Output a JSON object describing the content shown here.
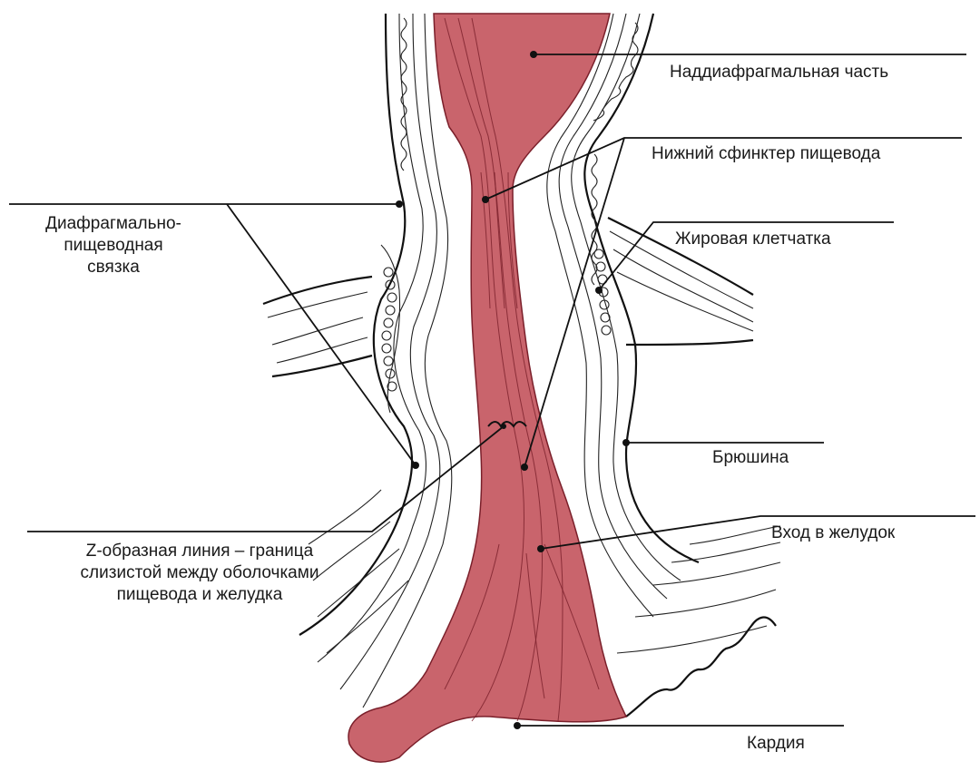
{
  "colors": {
    "mucosa": "#c9646c",
    "mucosa_dark": "#8a2a33",
    "outline": "#111111",
    "background": "#ffffff"
  },
  "labels": {
    "supradiaphragmatic": "Наддиафрагмальная часть",
    "lower_sphincter": "Нижний сфинктер пищевода",
    "diaphragm_ligament": [
      "Диафрагмально-",
      "пищеводная",
      "связка"
    ],
    "fat_tissue": "Жировая клетчатка",
    "peritoneum": "Брюшина",
    "z_line": [
      "Z-образная линия – граница",
      "слизистой между оболочками",
      "пищевода и желудка"
    ],
    "stomach_entry": "Вход в желудок",
    "cardia": "Кардия"
  }
}
